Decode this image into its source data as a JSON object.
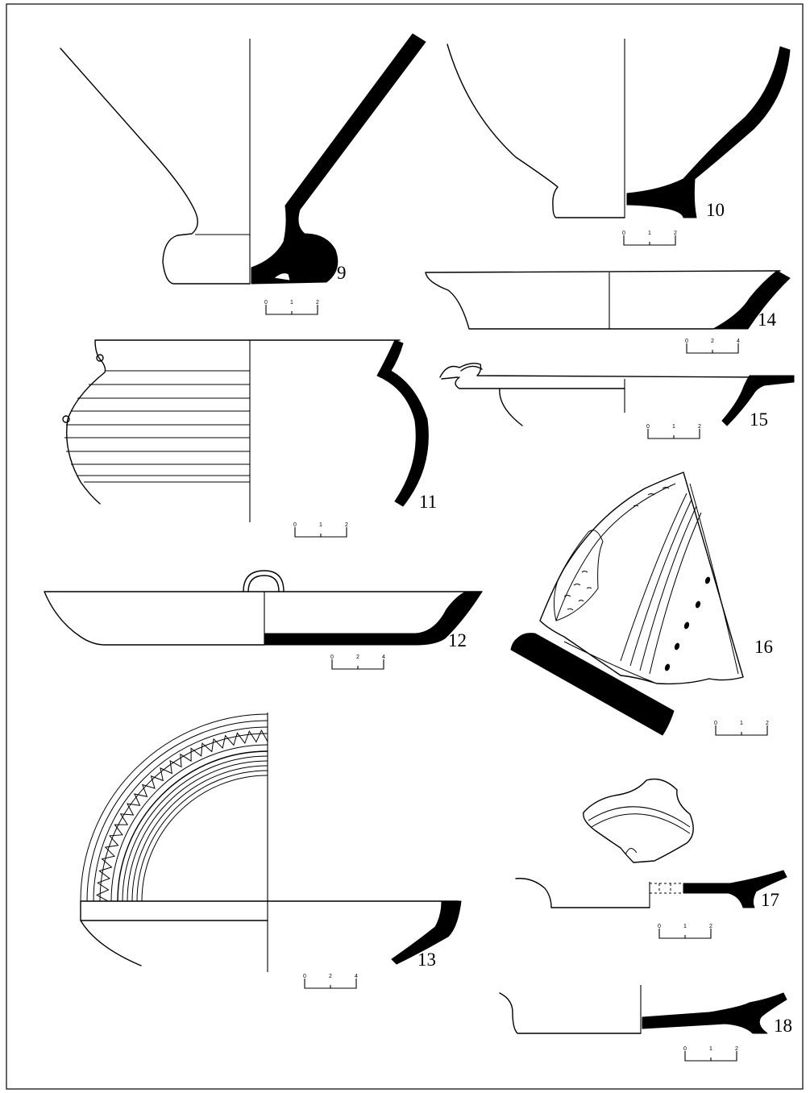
{
  "figures": [
    {
      "id": "fig9",
      "label": "9",
      "scale": [
        "0",
        "1",
        "2"
      ]
    },
    {
      "id": "fig10",
      "label": "10",
      "scale": [
        "0",
        "1",
        "2"
      ]
    },
    {
      "id": "fig11",
      "label": "11",
      "scale": [
        "0",
        "1",
        "2"
      ]
    },
    {
      "id": "fig12",
      "label": "12",
      "scale": [
        "0",
        "2",
        "4"
      ]
    },
    {
      "id": "fig13",
      "label": "13",
      "scale": [
        "0",
        "2",
        "4"
      ]
    },
    {
      "id": "fig14",
      "label": "14",
      "scale": [
        "0",
        "2",
        "4"
      ]
    },
    {
      "id": "fig15",
      "label": "15",
      "scale": [
        "0",
        "1",
        "2"
      ]
    },
    {
      "id": "fig16",
      "label": "16",
      "scale": [
        "0",
        "1",
        "2"
      ]
    },
    {
      "id": "fig17",
      "label": "17",
      "scale": [
        "0",
        "1",
        "2"
      ]
    },
    {
      "id": "fig18",
      "label": "18",
      "scale": [
        "0",
        "1",
        "2"
      ]
    }
  ]
}
